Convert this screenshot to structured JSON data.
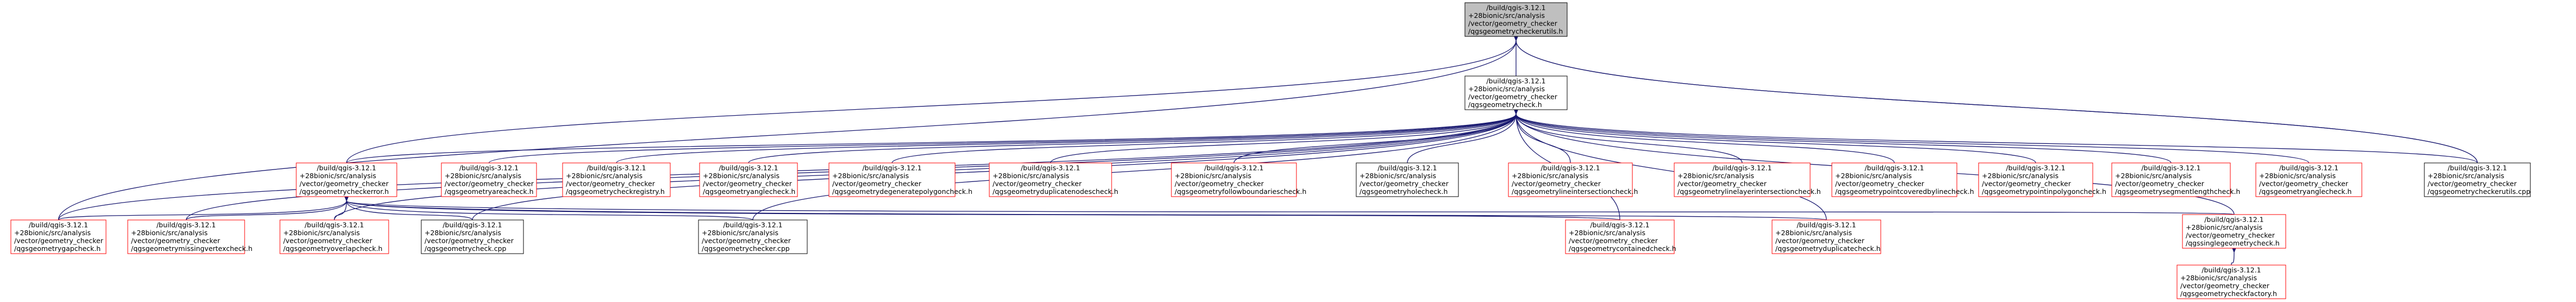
{
  "colors": {
    "root_fill": "#bfbfbf",
    "normal_fill": "#ffffff",
    "normal_stroke": "#000000",
    "missing_stroke": "#ff0000",
    "edge": "#191970"
  },
  "nodes": [
    {
      "id": "root",
      "lines": [
        "/build/qgis-3.12.1",
        "+28bionic/src/analysis",
        "/vector/geometry_checker",
        "/qgsgeometrycheckerutils.h"
      ],
      "style": "root"
    },
    {
      "id": "check_h",
      "lines": [
        "/build/qgis-3.12.1",
        "+28bionic/src/analysis",
        "/vector/geometry_checker",
        "/qgsgeometrycheck.h"
      ],
      "style": "normal"
    },
    {
      "id": "utils_cpp",
      "lines": [
        "/build/qgis-3.12.1",
        "+28bionic/src/analysis",
        "/vector/geometry_checker",
        "/qgsgeometrycheckerutils.cpp"
      ],
      "style": "normal"
    },
    {
      "id": "error_h",
      "lines": [
        "/build/qgis-3.12.1",
        "+28bionic/src/analysis",
        "/vector/geometry_checker",
        "/qgsgeometrycheckerror.h"
      ],
      "style": "missing"
    },
    {
      "id": "area_h",
      "lines": [
        "/build/qgis-3.12.1",
        "+28bionic/src/analysis",
        "/vector/geometry_checker",
        "/qgsgeometryareacheck.h"
      ],
      "style": "missing"
    },
    {
      "id": "registry_h",
      "lines": [
        "/build/qgis-3.12.1",
        "+28bionic/src/analysis",
        "/vector/geometry_checker",
        "/qgsgeometrycheckregistry.h"
      ],
      "style": "missing"
    },
    {
      "id": "angle_h",
      "lines": [
        "/build/qgis-3.12.1",
        "+28bionic/src/analysis",
        "/vector/geometry_checker",
        "/qgsgeometryanglecheck.h"
      ],
      "style": "missing"
    },
    {
      "id": "degen_h",
      "lines": [
        "/build/qgis-3.12.1",
        "+28bionic/src/analysis",
        "/vector/geometry_checker",
        "/qgsgeometrydegeneratepolygoncheck.h"
      ],
      "style": "missing"
    },
    {
      "id": "dupnodes_h",
      "lines": [
        "/build/qgis-3.12.1",
        "+28bionic/src/analysis",
        "/vector/geometry_checker",
        "/qgsgeometryduplicatenodescheck.h"
      ],
      "style": "missing"
    },
    {
      "id": "follow_h",
      "lines": [
        "/build/qgis-3.12.1",
        "+28bionic/src/analysis",
        "/vector/geometry_checker",
        "/qgsgeometryfollowboundariescheck.h"
      ],
      "style": "missing"
    },
    {
      "id": "hole_h",
      "lines": [
        "/build/qgis-3.12.1",
        "+28bionic/src/analysis",
        "/vector/geometry_checker",
        "/qgsgeometryholecheck.h"
      ],
      "style": "normal"
    },
    {
      "id": "lineinter_h",
      "lines": [
        "/build/qgis-3.12.1",
        "+28bionic/src/analysis",
        "/vector/geometry_checker",
        "/qgsgeometrylineintersectioncheck.h"
      ],
      "style": "missing"
    },
    {
      "id": "linelayer_h",
      "lines": [
        "/build/qgis-3.12.1",
        "+28bionic/src/analysis",
        "/vector/geometry_checker",
        "/qgsgeometrylinelayerintersectioncheck.h"
      ],
      "style": "missing"
    },
    {
      "id": "pointcovered_h",
      "lines": [
        "/build/qgis-3.12.1",
        "+28bionic/src/analysis",
        "/vector/geometry_checker",
        "/qgsgeometrypointcoveredbylinecheck.h"
      ],
      "style": "missing"
    },
    {
      "id": "pointinpoly_h",
      "lines": [
        "/build/qgis-3.12.1",
        "+28bionic/src/analysis",
        "/vector/geometry_checker",
        "/qgsgeometrypointinpolygoncheck.h"
      ],
      "style": "missing"
    },
    {
      "id": "seglen_h",
      "lines": [
        "/build/qgis-3.12.1",
        "+28bionic/src/analysis",
        "/vector/geometry_checker",
        "/qgsgeometrysegmentlengthcheck.h"
      ],
      "style": "missing"
    },
    {
      "id": "sliver_h",
      "lines": [
        "/build/qgis-3.12.1",
        "+28bionic/src/analysis",
        "/vector/geometry_checker",
        "/qgsgeometryanglecheck.h"
      ],
      "style": "missing"
    },
    {
      "id": "gap_h",
      "lines": [
        "/build/qgis-3.12.1",
        "+28bionic/src/analysis",
        "/vector/geometry_checker",
        "/qgsgeometrygapcheck.h"
      ],
      "style": "missing"
    },
    {
      "id": "missingvertex_h",
      "lines": [
        "/build/qgis-3.12.1",
        "+28bionic/src/analysis",
        "/vector/geometry_checker",
        "/qgsgeometrymissingvertexcheck.h"
      ],
      "style": "missing"
    },
    {
      "id": "overlap_h",
      "lines": [
        "/build/qgis-3.12.1",
        "+28bionic/src/analysis",
        "/vector/geometry_checker",
        "/qgsgeometryoverlapcheck.h"
      ],
      "style": "missing"
    },
    {
      "id": "check_cpp",
      "lines": [
        "/build/qgis-3.12.1",
        "+28bionic/src/analysis",
        "/vector/geometry_checker",
        "/qgsgeometrycheck.cpp"
      ],
      "style": "normal"
    },
    {
      "id": "checker_cpp",
      "lines": [
        "/build/qgis-3.12.1",
        "+28bionic/src/analysis",
        "/vector/geometry_checker",
        "/qgsgeometrychecker.cpp"
      ],
      "style": "normal"
    },
    {
      "id": "contained_h",
      "lines": [
        "/build/qgis-3.12.1",
        "+28bionic/src/analysis",
        "/vector/geometry_checker",
        "/qgsgeometrycontainedcheck.h"
      ],
      "style": "missing"
    },
    {
      "id": "duplicate_h",
      "lines": [
        "/build/qgis-3.12.1",
        "+28bionic/src/analysis",
        "/vector/geometry_checker",
        "/qgsgeometryduplicatecheck.h"
      ],
      "style": "missing"
    },
    {
      "id": "single_h",
      "lines": [
        "/build/qgis-3.12.1",
        "+28bionic/src/analysis",
        "/vector/geometry_checker",
        "/qgssinglegeometrycheck.h"
      ],
      "style": "missing"
    },
    {
      "id": "factory_h",
      "lines": [
        "/build/qgis-3.12.1",
        "+28bionic/src/analysis",
        "/vector/geometry_checker",
        "/qgsgeometrycheckfactory.h"
      ],
      "style": "missing"
    }
  ]
}
